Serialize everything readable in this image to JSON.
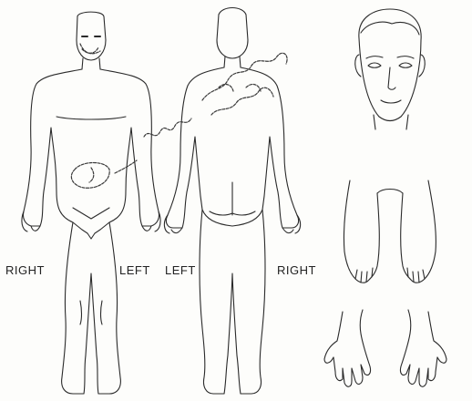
{
  "labels": {
    "front_right": "RIGHT",
    "front_left": "LEFT",
    "back_left": "LEFT",
    "back_right": "RIGHT"
  },
  "colors": {
    "ink": "#2a2a2a",
    "pen": "#3a3a3a",
    "paper": "#fdfdfb"
  }
}
